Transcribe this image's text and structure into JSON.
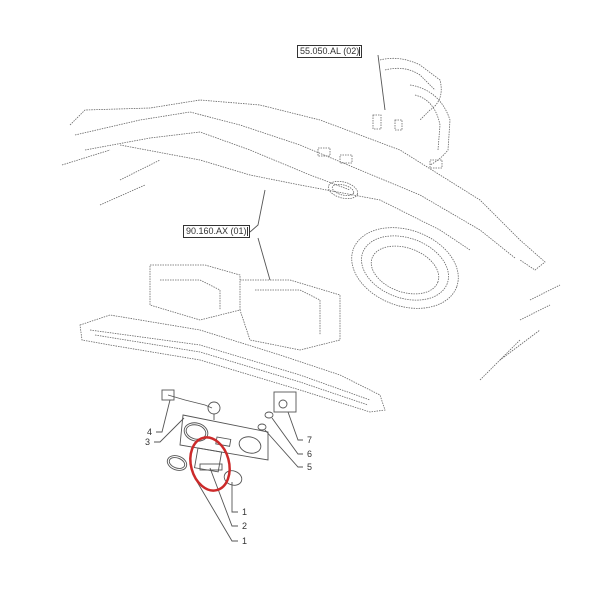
{
  "diagram": {
    "type": "exploded-parts-diagram",
    "subject": "Dashboard / instrument panel with switch panel assembly",
    "highlight_color": "#cc2a2a",
    "line_color": "#555555",
    "references": [
      {
        "id": "ref-1",
        "label": "55.050.AL (02)"
      },
      {
        "id": "ref-2",
        "label": "90.160.AX (01)"
      }
    ],
    "callouts": [
      {
        "label": "4"
      },
      {
        "label": "3"
      },
      {
        "label": "7"
      },
      {
        "label": "6"
      },
      {
        "label": "5"
      },
      {
        "label": "1"
      },
      {
        "label": "2"
      },
      {
        "label": "1"
      }
    ]
  }
}
